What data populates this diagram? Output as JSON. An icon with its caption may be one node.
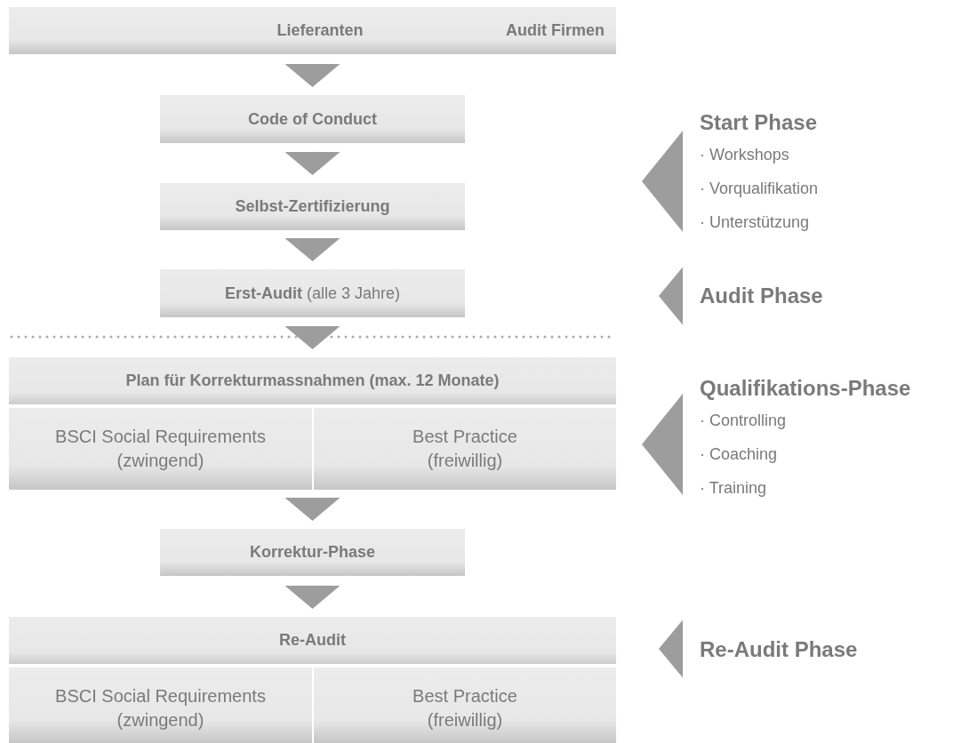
{
  "diagram": {
    "nodes": [
      {
        "text": [
          "Lieferanten",
          "Audit Firmen"
        ]
      },
      {
        "text": [
          "Code of Conduct"
        ]
      },
      {
        "text": [
          "Selbst-Zertifizierung"
        ]
      },
      {
        "text": [
          "**Erst-Audit** (alle 3 Jahre)"
        ]
      },
      {
        "text": [
          "Plan für Korrekturmassnahmen (max. 12 Monate)"
        ]
      },
      {
        "text": [
          "BSCI Social Requirements (zwingend)"
        ],
        "in": 4
      },
      {
        "text": [
          "Best Practice (freiwillig)"
        ],
        "in": 4
      },
      {
        "text": [
          "Korrektur-Phase"
        ]
      },
      {
        "text": [
          "Re-Audit"
        ]
      },
      {
        "text": [
          "BSCI Social Requirements (zwingend)"
        ],
        "in": 8
      },
      {
        "text": [
          "Best Practice (freiwillig)"
        ],
        "in": 8
      },
      {
        "text": [
          "Start Phase",
          "· Workshops",
          "· Vorqualifikation",
          "· Unterstützung"
        ]
      },
      {
        "text": [
          "Audit Phase"
        ]
      },
      {
        "text": [
          "Qualifikations-Phase",
          "· Controlling",
          "· Coaching",
          "· Training"
        ]
      },
      {
        "text": [
          "Re-Audit Phase"
        ]
      }
    ],
    "edges": [
      {
        "from": 0,
        "to": 1,
        "arrow": "to"
      },
      {
        "from": 1,
        "to": 2,
        "arrow": "to"
      },
      {
        "from": 2,
        "to": 3,
        "arrow": "to"
      },
      {
        "from": 3,
        "to": 4,
        "arrow": "to"
      },
      {
        "from": 4,
        "to": 7,
        "arrow": "to"
      },
      {
        "from": 7,
        "to": 8,
        "arrow": "to"
      },
      {
        "from": 11,
        "to": null,
        "arrow": "to"
      },
      {
        "from": 12,
        "to": null,
        "arrow": "to"
      },
      {
        "from": 13,
        "to": null,
        "arrow": "to"
      },
      {
        "from": 14,
        "to": null,
        "arrow": "to"
      }
    ]
  }
}
